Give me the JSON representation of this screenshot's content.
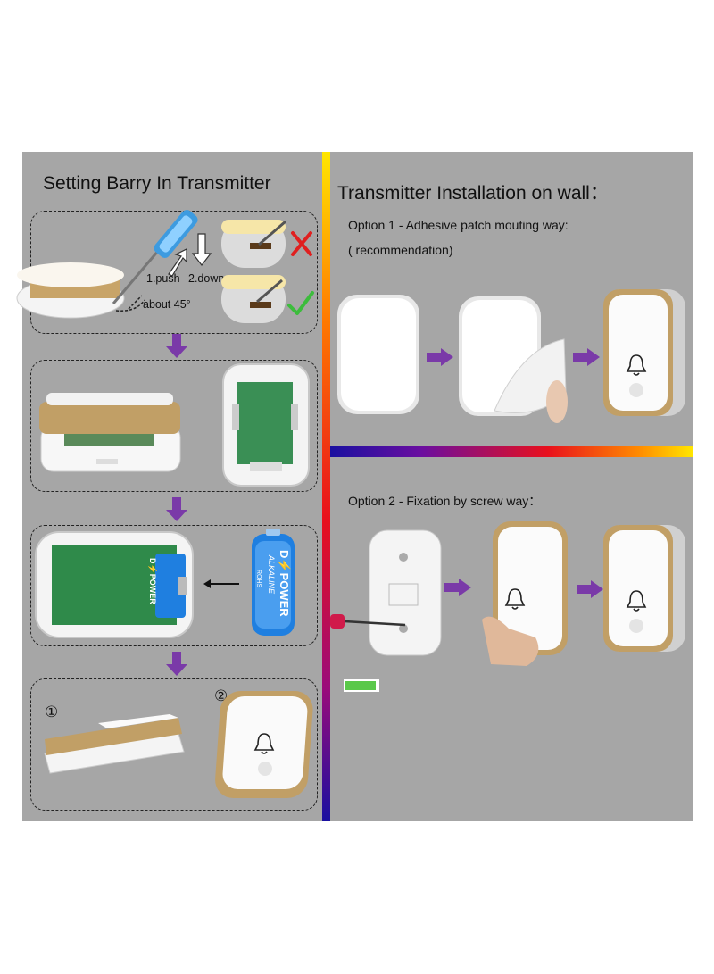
{
  "left": {
    "title": "Setting Barry In Transmitter",
    "step1": {
      "push_label": "1.push",
      "down_label": "2.down",
      "angle_label": "about 45°"
    },
    "battery": {
      "brand_top": "D⚡POWER",
      "brand_bottom": "ALKALINE",
      "side": "ROHS"
    },
    "step4": {
      "mark1": "①",
      "mark2": "②"
    }
  },
  "right": {
    "title": "Transmitter Installation on wall：",
    "option1": {
      "line1": "Option 1 - Adhesive patch mouting way:",
      "line2": "( recommendation)"
    },
    "option2": {
      "line1": "Option 2 - Fixation by screw way："
    }
  },
  "colors": {
    "panel": "#a6a6a6",
    "gold": "#b8955a",
    "arrow": "#7a3aa8",
    "pcb": "#2f8a4a",
    "battery": "#1f7fe0",
    "wrong": "#e02020",
    "right": "#3cbc3c"
  },
  "icons": [
    "screwdriver-icon",
    "bell-icon",
    "cross-icon",
    "check-icon",
    "arrow-right-icon",
    "arrow-down-icon"
  ]
}
